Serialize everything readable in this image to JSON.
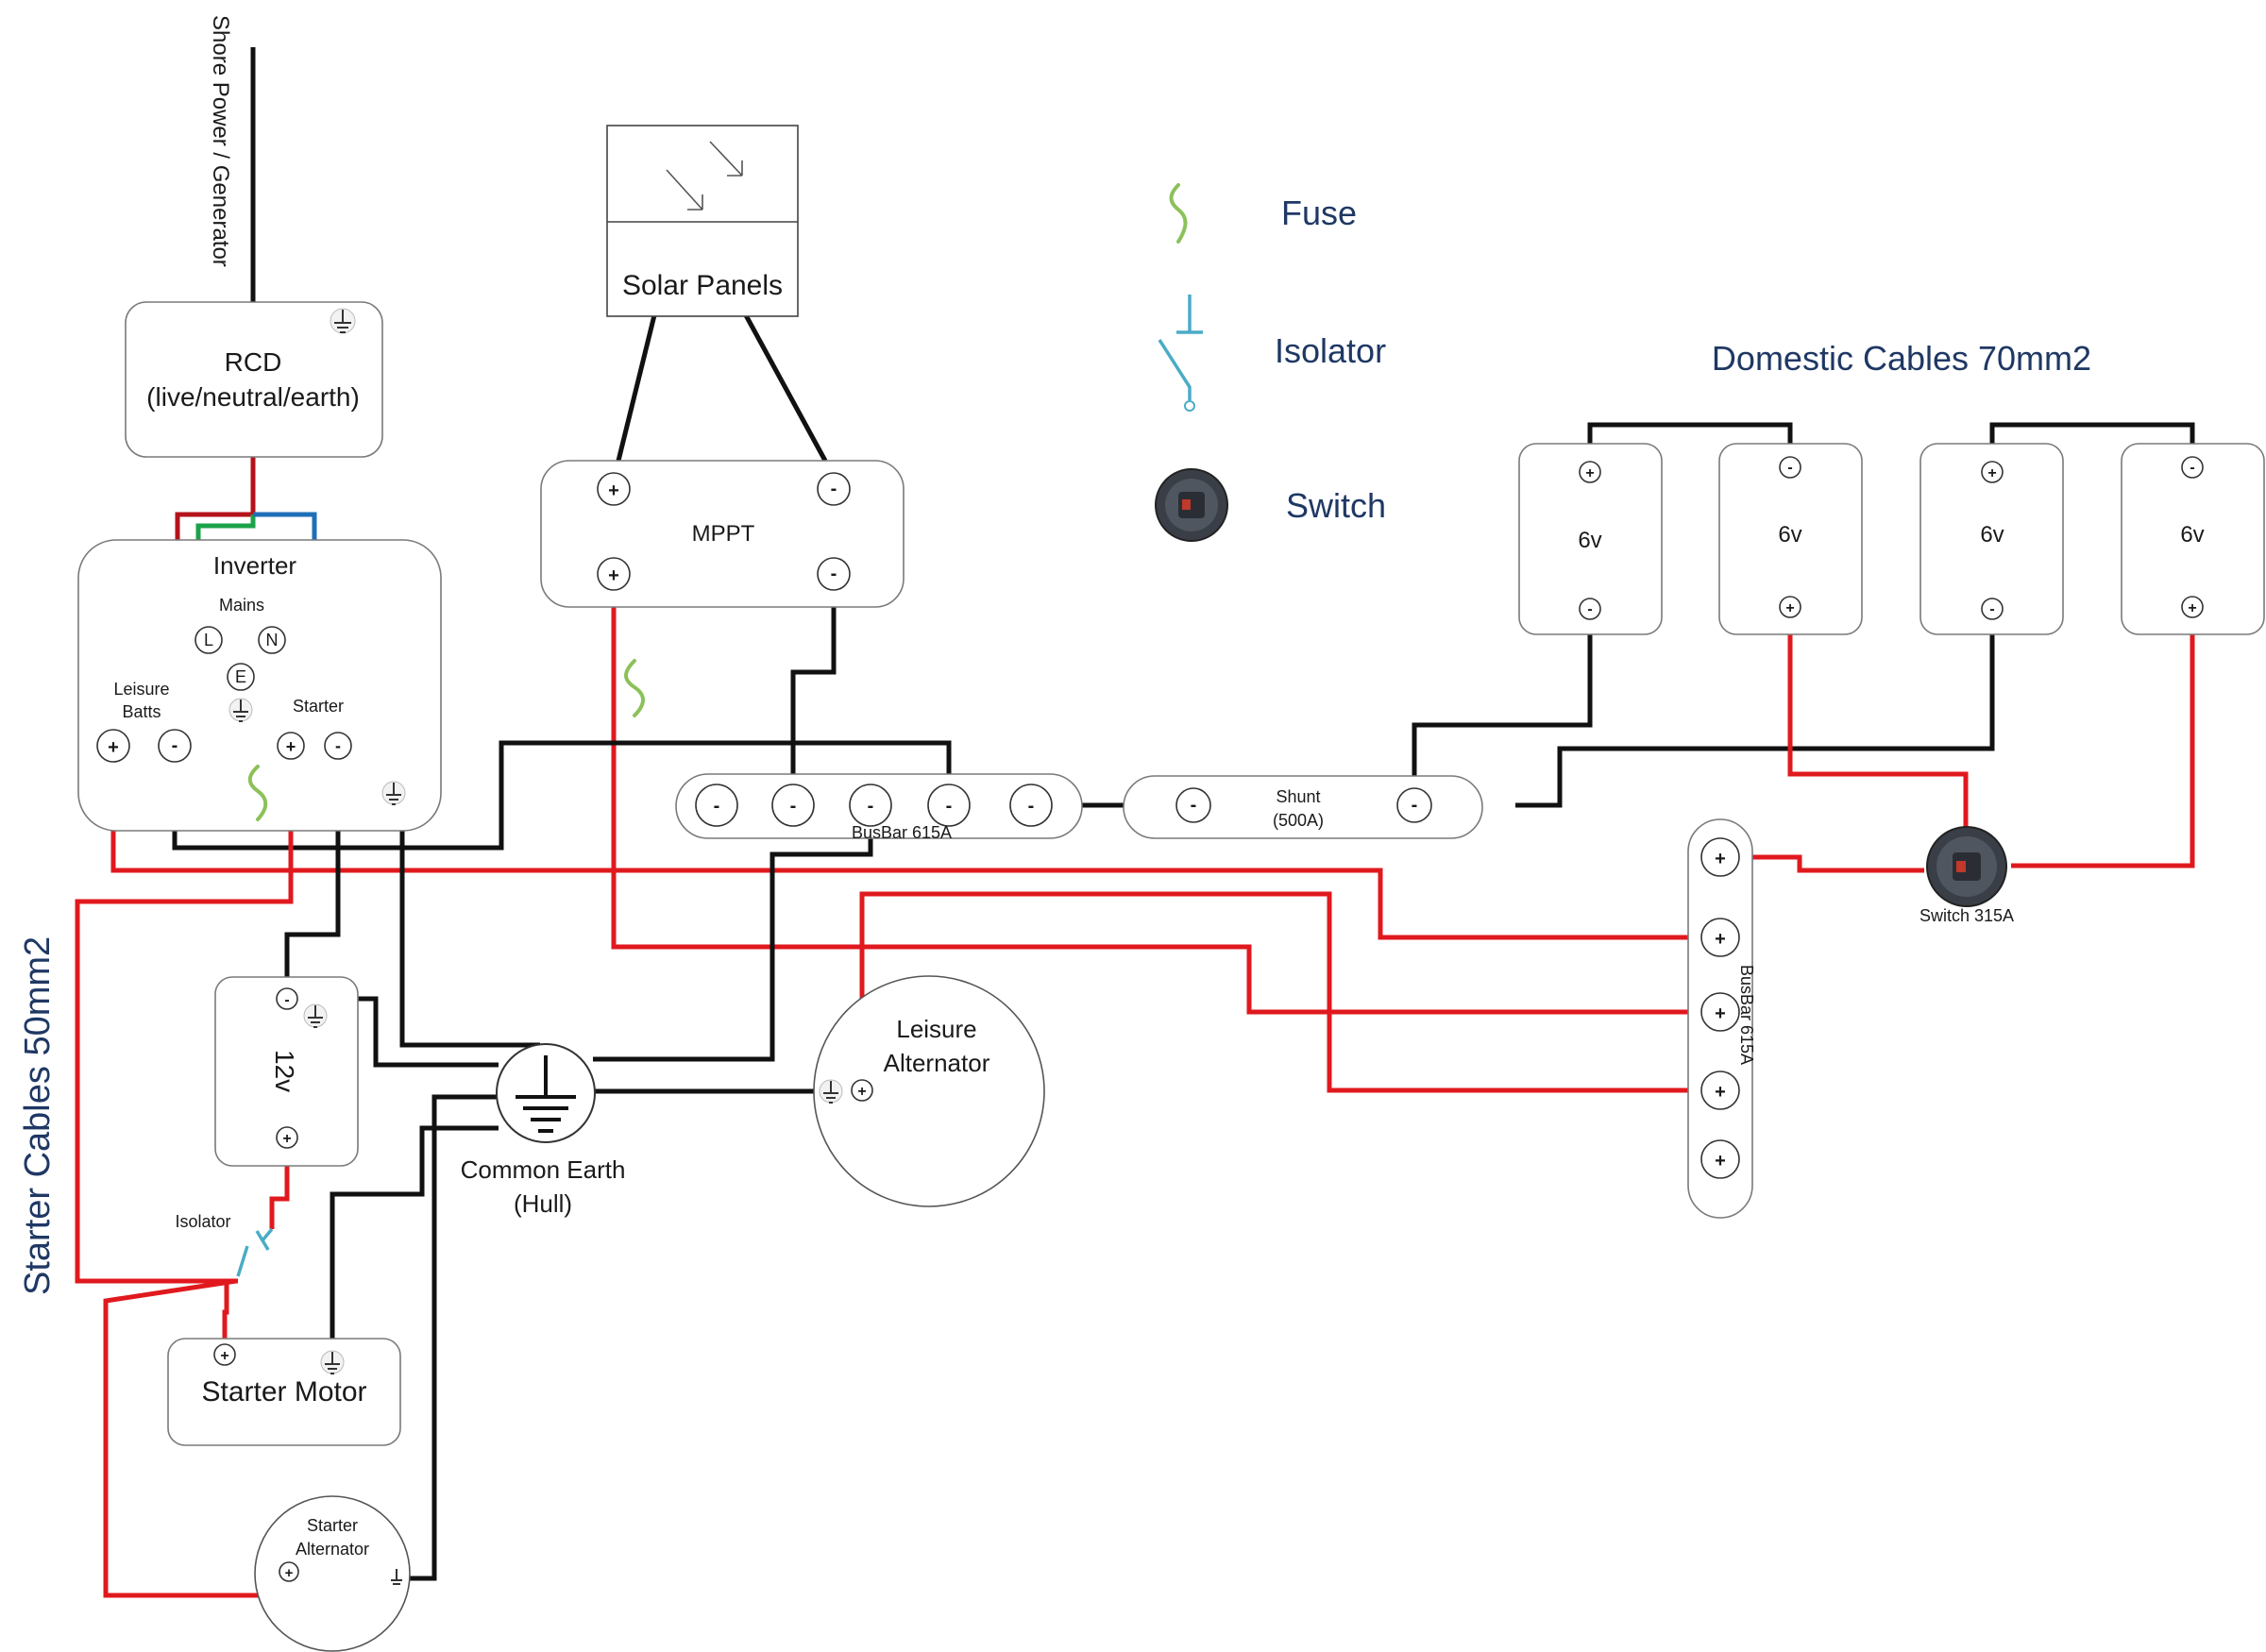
{
  "labels": {
    "shore_power": "Shore Power / Generator",
    "rcd_line1": "RCD",
    "rcd_line2": "(live/neutral/earth)",
    "solar_panels": "Solar Panels",
    "mppt": "MPPT",
    "inverter": "Inverter",
    "mains": "Mains",
    "leisure_batts_line1": "Leisure",
    "leisure_batts_line2": "Batts",
    "starter": "Starter",
    "busbar_neg": "BusBar 615A",
    "busbar_pos": "BusBar 615A",
    "shunt_line1": "Shunt",
    "shunt_line2": "(500A)",
    "switch_315": "Switch 315A",
    "battery_12v": "12v",
    "battery_6v_1": "6v",
    "battery_6v_2": "6v",
    "battery_6v_3": "6v",
    "battery_6v_4": "6v",
    "common_earth_line1": "Common Earth",
    "common_earth_line2": "(Hull)",
    "leisure_alt_line1": "Leisure",
    "leisure_alt_line2": "Alternator",
    "isolator_small": "Isolator",
    "starter_motor": "Starter Motor",
    "starter_alt_line1": "Starter",
    "starter_alt_line2": "Alternator",
    "domestic_cables": "Domestic Cables 70mm2",
    "starter_cables": "Starter Cables 50mm2",
    "term_L": "L",
    "term_N": "N",
    "term_E": "E",
    "plus": "+",
    "minus": "-"
  },
  "legend": {
    "fuse": "Fuse",
    "isolator": "Isolator",
    "switch": "Switch"
  },
  "colors": {
    "positive_wire": "#e0191e",
    "negative_wire": "#111111",
    "live_wire": "#b5121b",
    "earth_wire": "#1ca34a",
    "neutral_wire": "#1f6fb8",
    "fuse_symbol": "#8cc15a",
    "isolator_symbol": "#4aacc6",
    "title_text": "#1f3864"
  }
}
